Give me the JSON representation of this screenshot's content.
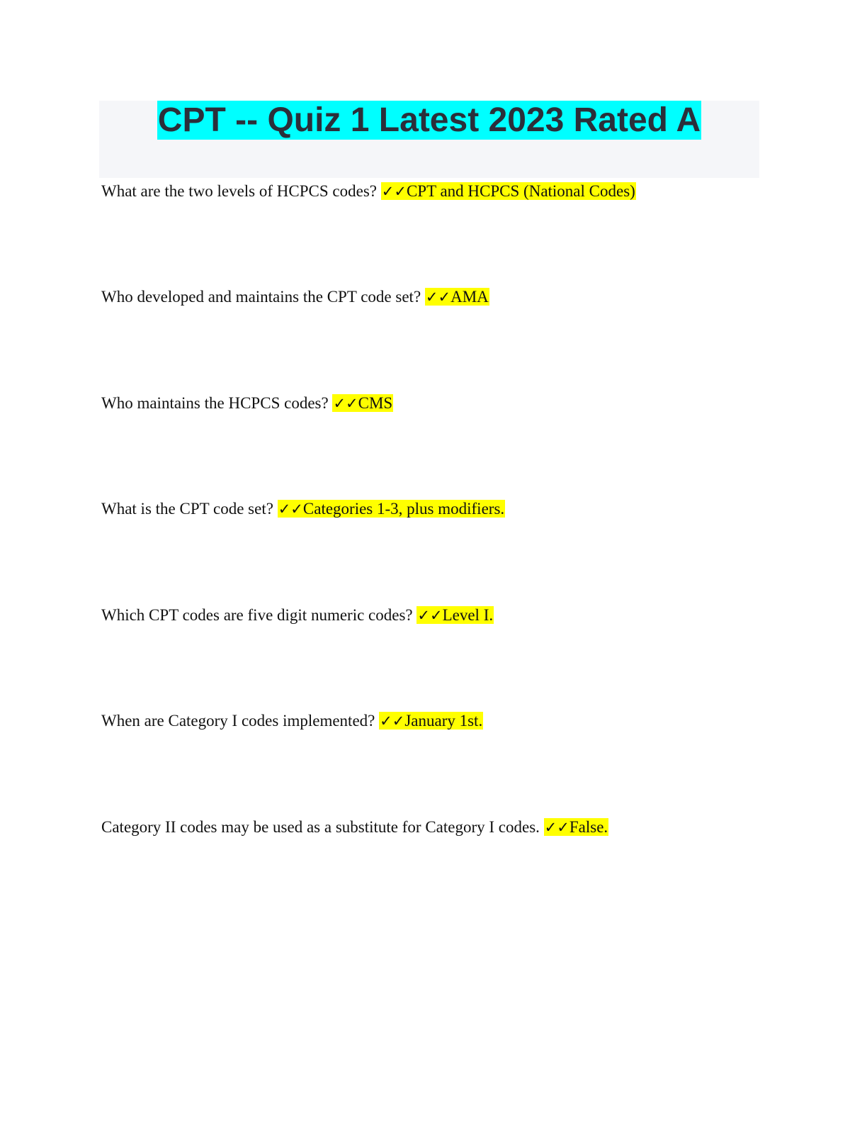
{
  "document": {
    "title": "CPT -- Quiz 1 Latest 2023 Rated A",
    "check_mark": "✓✓",
    "highlight_color": "#ffff00",
    "title_highlight_color": "#00ffff",
    "items": [
      {
        "question": "What are the two levels of HCPCS codes?",
        "answer": "CPT and HCPCS (National Codes)"
      },
      {
        "question": "Who developed and maintains the CPT code set?",
        "answer": "AMA"
      },
      {
        "question": "Who maintains the HCPCS codes?",
        "answer": "CMS"
      },
      {
        "question": "What is the CPT code set?",
        "answer": "Categories 1-3, plus modifiers."
      },
      {
        "question": "Which CPT codes are five digit numeric codes?",
        "answer": "Level I."
      },
      {
        "question": "When are Category I codes implemented?",
        "answer": "January 1st."
      },
      {
        "question": "Category II codes may be used as a substitute for Category I codes.",
        "answer": "False."
      }
    ]
  }
}
